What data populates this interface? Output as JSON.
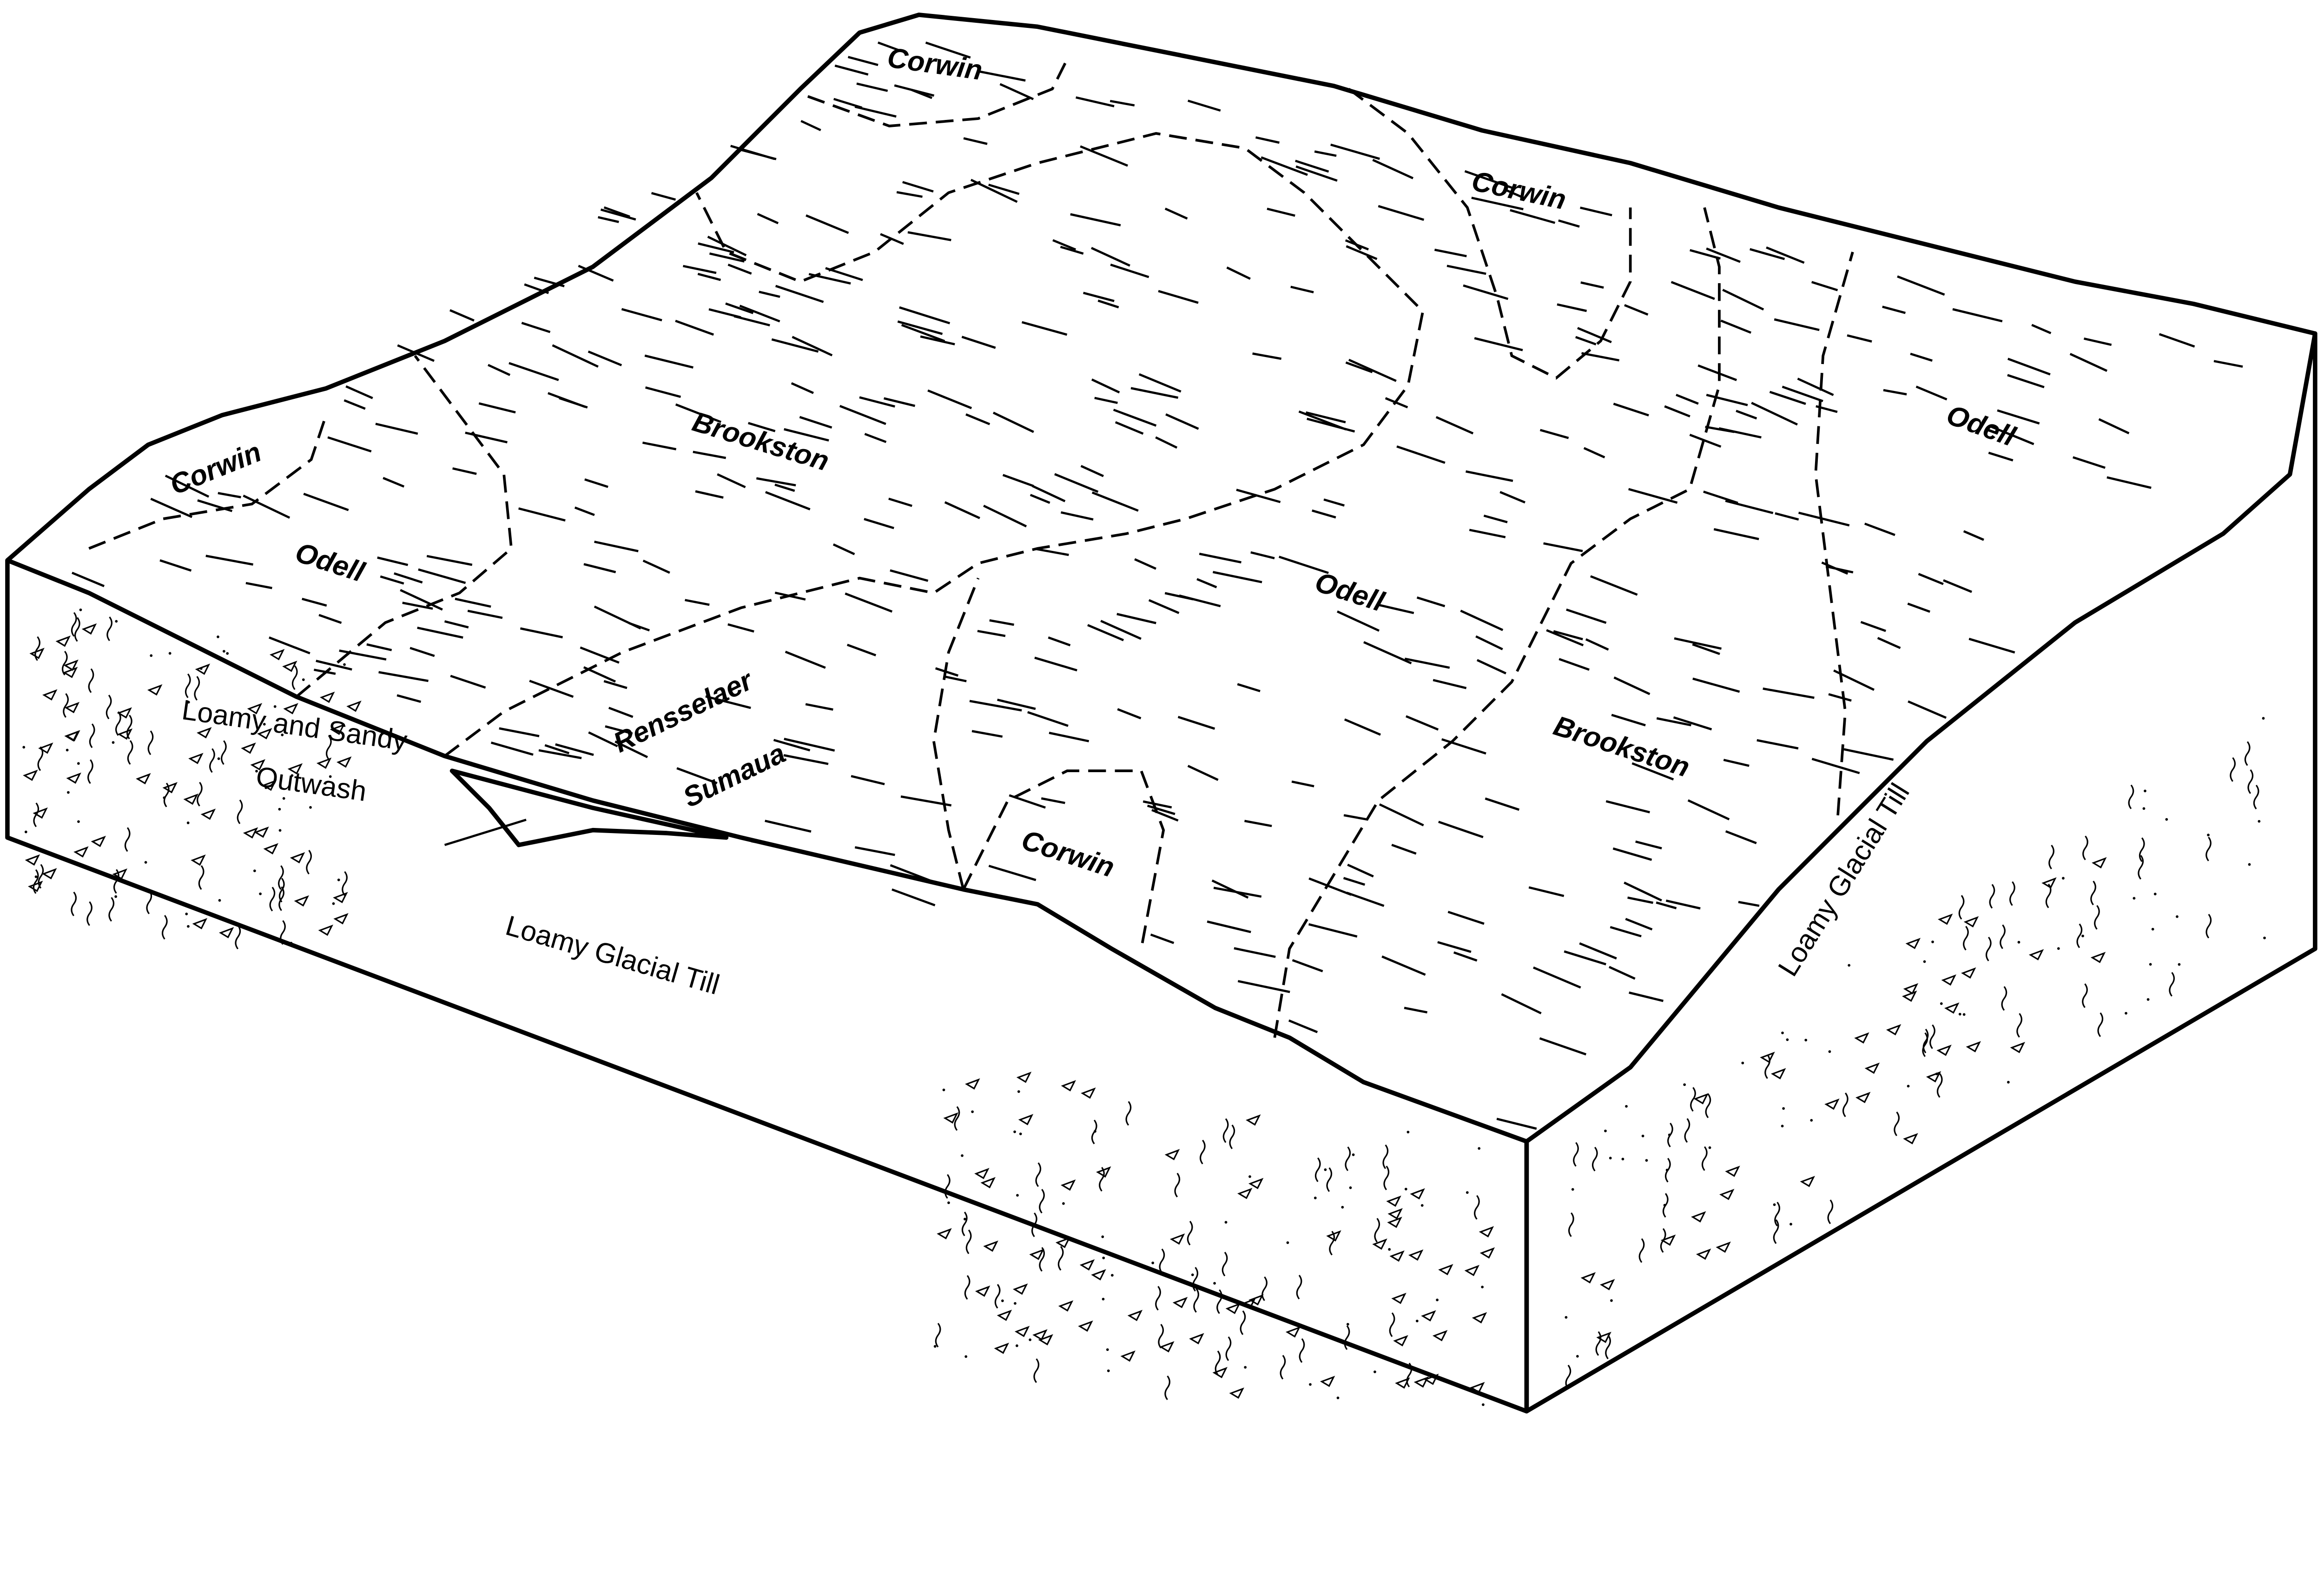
{
  "soil_labels": [
    {
      "id": "corwin-top",
      "text": "Corwin"
    },
    {
      "id": "corwin-right",
      "text": "Corwin"
    },
    {
      "id": "corwin-left",
      "text": "Corwin"
    },
    {
      "id": "corwin-front",
      "text": "Corwin"
    },
    {
      "id": "odell-left",
      "text": "Odell"
    },
    {
      "id": "odell-center",
      "text": "Odell"
    },
    {
      "id": "odell-right",
      "text": "Odell"
    },
    {
      "id": "brookston-center",
      "text": "Brookston"
    },
    {
      "id": "brookston-right",
      "text": "Brookston"
    },
    {
      "id": "rensselaer",
      "text": "Rensselaer"
    },
    {
      "id": "sumaua",
      "text": "Sumaua"
    }
  ],
  "material_labels": {
    "outwash_line1": "Loamy and Sandy",
    "outwash_line2": "Outwash",
    "till_front": "Loamy Glacial Till",
    "till_right": "Loamy Glacial Till"
  }
}
